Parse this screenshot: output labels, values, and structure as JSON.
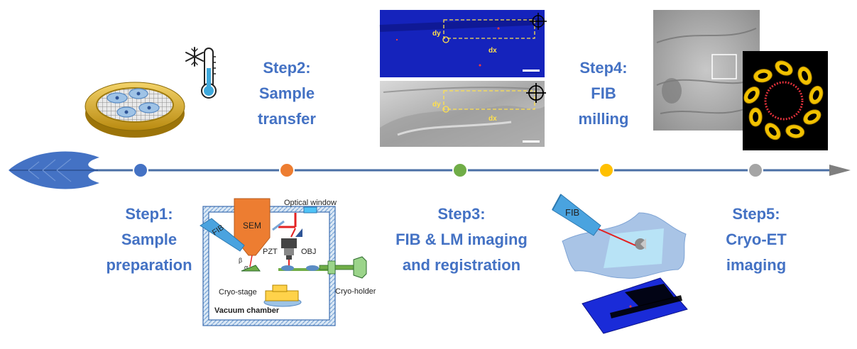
{
  "steps": [
    {
      "title": "Step1:",
      "line1": "Sample",
      "line2": "preparation",
      "color": "#4472c4"
    },
    {
      "title": "Step2:",
      "line1": "Sample",
      "line2": "transfer",
      "color": "#ed7d31"
    },
    {
      "title": "Step3:",
      "line1": "FIB & LM imaging",
      "line2": "and registration",
      "color": "#70ad47"
    },
    {
      "title": "Step4:",
      "line1": "FIB",
      "line2": "milling",
      "color": "#ffc000"
    },
    {
      "title": "Step5:",
      "line1": "Cryo-ET",
      "line2": "imaging",
      "color": "#a5a5a5"
    }
  ],
  "chamber": {
    "optical_window": "Optical window",
    "sem": "SEM",
    "fib": "FIB",
    "pzt": "PZT",
    "obj": "OBJ",
    "beta": "β",
    "alpha": "α",
    "cryo_stage": "Cryo-stage",
    "cryo_holder": "Cryo-holder",
    "vacuum_chamber": "Vacuum chamber"
  },
  "registration": {
    "dy": "dy",
    "dx": "dx"
  },
  "milling": {
    "fib": "FIB"
  },
  "colors": {
    "label_blue": "#4472c4",
    "timeline": "#4a6fa5",
    "fluor_blue": "#1a2bd8"
  }
}
